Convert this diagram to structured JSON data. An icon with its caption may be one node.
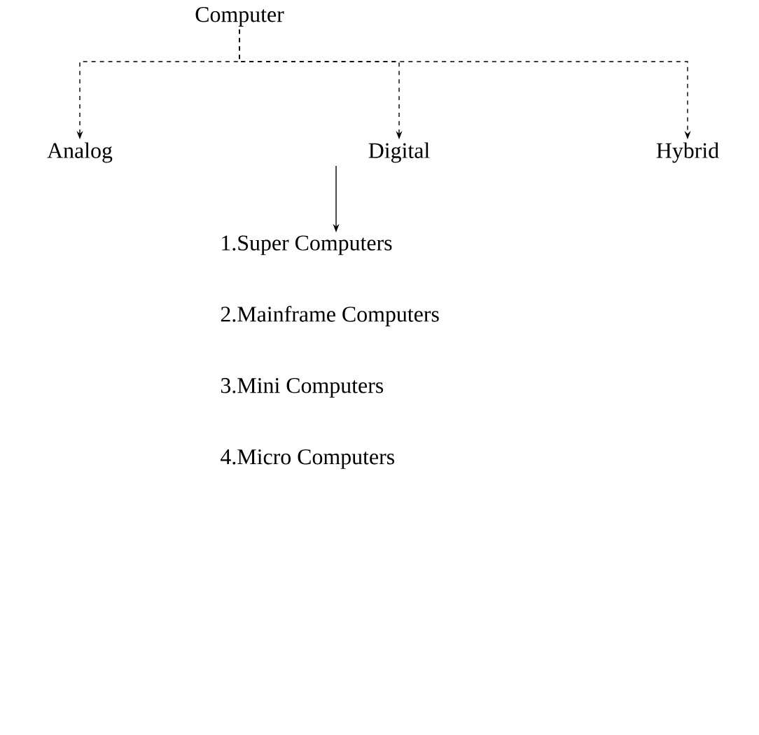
{
  "diagram": {
    "nodes": [
      {
        "text": [
          "Computer"
        ]
      },
      {
        "text": [
          "Analog"
        ]
      },
      {
        "text": [
          "Digital"
        ]
      },
      {
        "text": [
          "Hybrid"
        ]
      },
      {
        "text": [
          "1.Super Computers",
          "2.Mainframe Computers",
          "3.Mini Computers",
          "4.Micro Computers"
        ]
      }
    ],
    "edges": [
      {
        "from": 0,
        "to": 1,
        "arrow": "to",
        "style": "dashed"
      },
      {
        "from": 0,
        "to": 2,
        "arrow": "to",
        "style": "dashed"
      },
      {
        "from": 0,
        "to": 3,
        "arrow": "to",
        "style": "dashed"
      },
      {
        "from": 2,
        "to": 4,
        "arrow": "to"
      }
    ]
  }
}
